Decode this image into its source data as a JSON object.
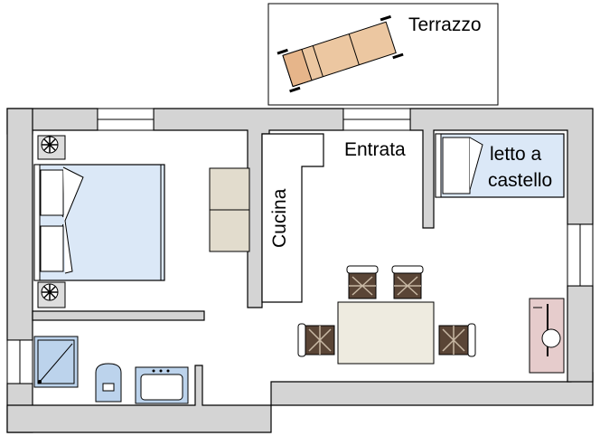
{
  "labels": {
    "terrace": "Terrazzo",
    "entrance": "Entrata",
    "kitchen": "Cucina",
    "bunk_line1": "letto a",
    "bunk_line2": "castello"
  },
  "colors": {
    "wall": "#d4d4d4",
    "wall_stroke": "#000000",
    "bed_blue": "#dbe8f7",
    "sanitary_blue": "#bcd3ec",
    "sofa_beige": "#e2dccd",
    "table_beige": "#eeebe0",
    "lounger_peach": "#ecc7a1",
    "washer_pink": "#e6cccc",
    "chair_brown": "#5a4536",
    "nightstand_gray": "#dddddd"
  },
  "icons": {
    "lamp": "fan-lamp-icon",
    "bed": "double-bed-icon",
    "chair": "chair-icon",
    "washer": "washing-machine-icon",
    "lounger": "sun-lounger-icon",
    "shower": "shower-icon",
    "toilet": "toilet-icon",
    "sink": "sink-icon"
  }
}
